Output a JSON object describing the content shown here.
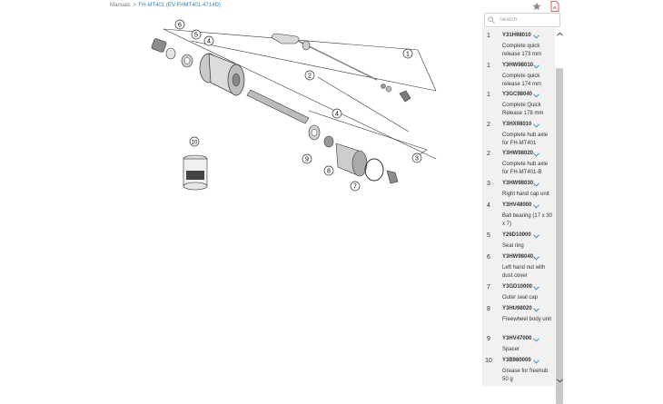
{
  "breadcrumb": {
    "root": "Manuals",
    "separator": ">",
    "current": "FH-MT401 (EV-FHMT401-4714D)"
  },
  "toolbar": {
    "favorite_icon": "star-icon",
    "pdf_icon": "pdf-icon"
  },
  "search": {
    "placeholder": "Search",
    "value": ""
  },
  "diagram": {
    "callouts": [
      "1",
      "2",
      "3",
      "4",
      "4",
      "5",
      "6",
      "7",
      "8",
      "9",
      "10"
    ]
  },
  "parts": [
    {
      "number": "1",
      "code": "Y31H98010",
      "description": "Complete quick release 173 mm"
    },
    {
      "number": "1",
      "code": "Y3HW98010",
      "description": "Complete quick release 174 mm"
    },
    {
      "number": "1",
      "code": "Y3GC98040",
      "description": "Complete Quick Release 178 mm"
    },
    {
      "number": "2",
      "code": "Y3HX98010",
      "description": "Complete hub axle for FH-MT401"
    },
    {
      "number": "2",
      "code": "Y3HW98020",
      "description": "Complete hub axle for FH-MT401-B"
    },
    {
      "number": "3",
      "code": "Y3HW98030",
      "description": "Right hand cap unit"
    },
    {
      "number": "4",
      "code": "Y3HV48000",
      "description": "Ball bearing (17 x 30 x 7)"
    },
    {
      "number": "5",
      "code": "Y26D10000",
      "description": "Seal ring"
    },
    {
      "number": "6",
      "code": "Y3HW98040",
      "description": "Left hand nut with dust cover"
    },
    {
      "number": "7",
      "code": "Y3GD10000",
      "description": "Outer seal cap"
    },
    {
      "number": "8",
      "code": "Y3HU98020",
      "description": "Freewheel body unit"
    },
    {
      "number": "9",
      "code": "Y3HV47000",
      "description": "Spacer"
    },
    {
      "number": "10",
      "code": "Y3B980000",
      "description": "Grease for freehub 50 g"
    }
  ],
  "colors": {
    "link": "#1f8ccc",
    "chevron": "#2a8fc7",
    "list_background": "#f1f1f1",
    "pdf_red": "#d9322b"
  }
}
